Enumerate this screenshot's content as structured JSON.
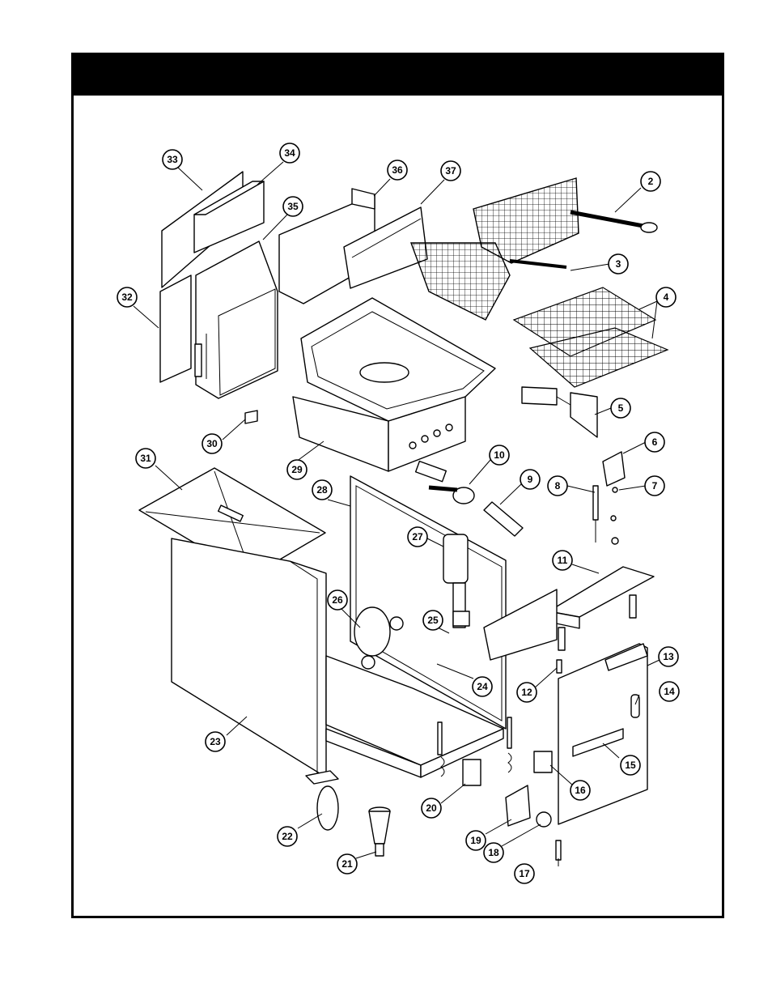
{
  "header": {
    "title": ""
  },
  "callouts": [
    "2",
    "3",
    "4",
    "5",
    "6",
    "7",
    "8",
    "9",
    "10",
    "11",
    "12",
    "13",
    "14",
    "15",
    "16",
    "17",
    "18",
    "19",
    "20",
    "21",
    "22",
    "23",
    "24",
    "25",
    "26",
    "27",
    "28",
    "29",
    "30",
    "31",
    "32",
    "33",
    "34",
    "35",
    "36",
    "37"
  ],
  "colors": {
    "ink": "#000000",
    "paper": "#ffffff"
  }
}
